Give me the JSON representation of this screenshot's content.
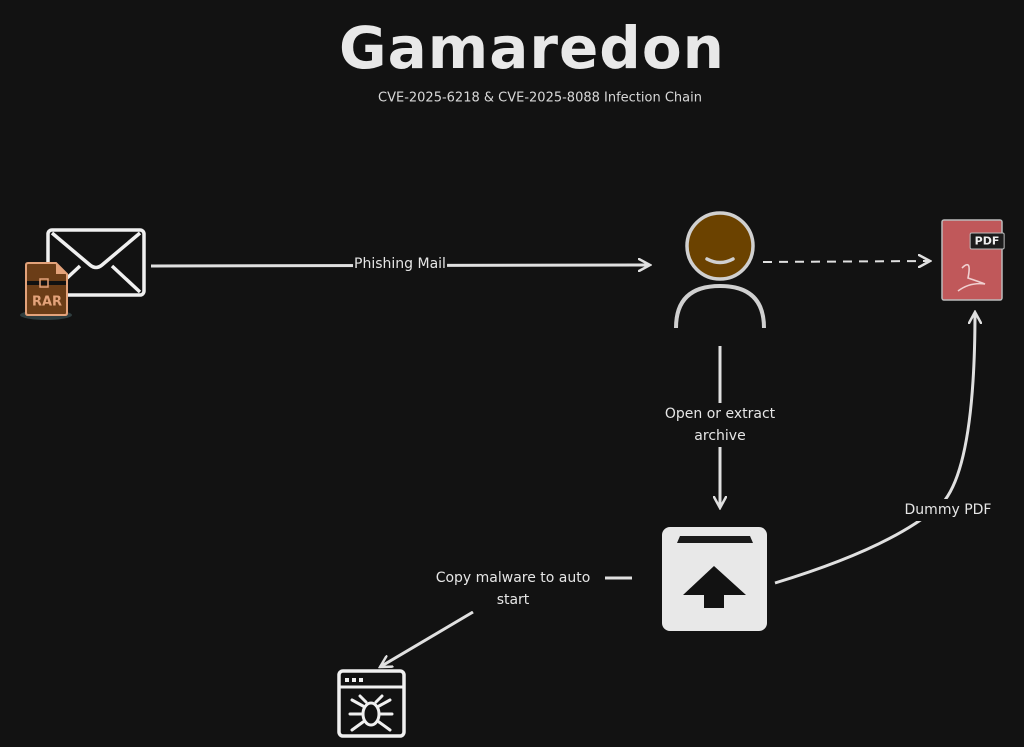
{
  "title": "Gamaredon",
  "subtitle": "CVE-2025-6218 & CVE-2025-8088  Infection Chain",
  "nodes": {
    "rar_badge": "RAR",
    "pdf_badge": "PDF"
  },
  "edges": {
    "phishing": "Phishing Mail",
    "open_line1": "Open or extract",
    "open_line2": "archive",
    "dummy": "Dummy PDF",
    "copy_line1": "Copy malware to auto",
    "copy_line2": "start"
  },
  "colors": {
    "background": "#121212",
    "stroke": "#e0e0e0",
    "pdf": "#c0585a",
    "rar": "#b5703f",
    "head": "#6b4200"
  }
}
